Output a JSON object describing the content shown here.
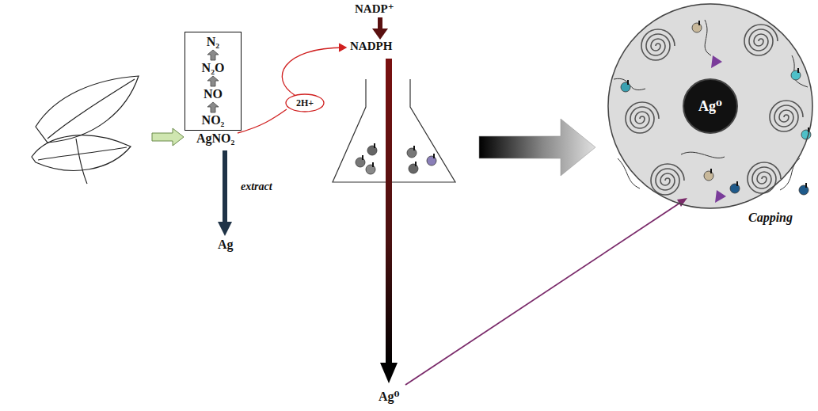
{
  "diagram": {
    "nodes": [
      {
        "text": [
          "N₂",
          "N₂O",
          "NO",
          "NO₂"
        ]
      },
      {
        "text": [
          "2H+"
        ]
      },
      {
        "text": [
          "Capping"
        ]
      },
      {
        "text": [
          "Ag⁰"
        ],
        "in": 2
      }
    ],
    "labels": [
      "AgNO₂",
      "extract",
      "Ag",
      "NADP⁺",
      "NADPH",
      "Ag⁰"
    ]
  }
}
